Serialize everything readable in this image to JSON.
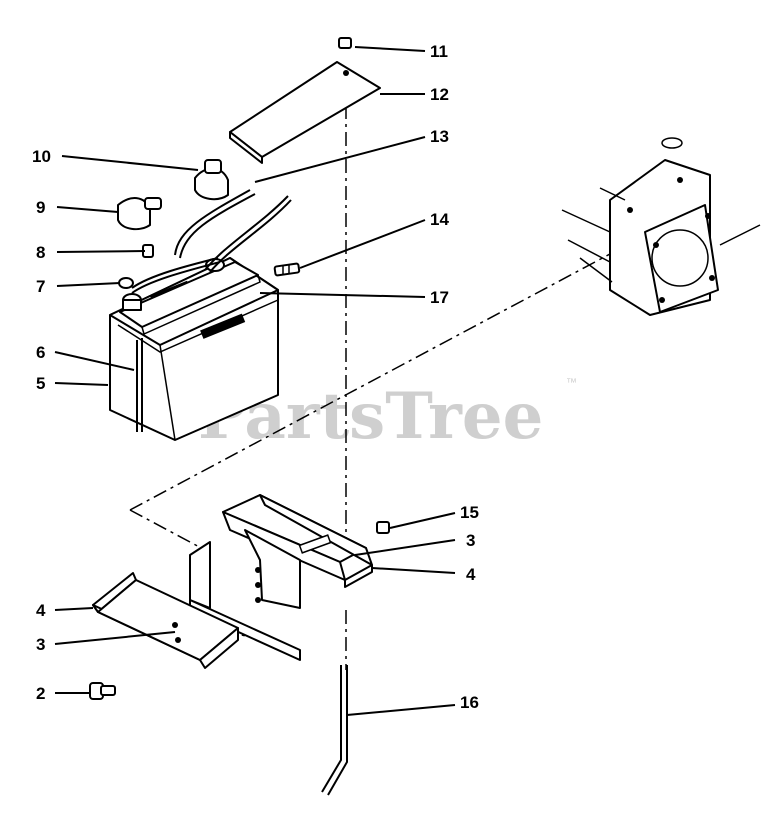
{
  "watermark": {
    "text": "PartsTree",
    "trademark": "™"
  },
  "callouts": [
    {
      "id": "11",
      "label": "11"
    },
    {
      "id": "12",
      "label": "12"
    },
    {
      "id": "13",
      "label": "13"
    },
    {
      "id": "10",
      "label": "10"
    },
    {
      "id": "9",
      "label": "9"
    },
    {
      "id": "14",
      "label": "14"
    },
    {
      "id": "8",
      "label": "8"
    },
    {
      "id": "7",
      "label": "7"
    },
    {
      "id": "17",
      "label": "17"
    },
    {
      "id": "6",
      "label": "6"
    },
    {
      "id": "5",
      "label": "5"
    },
    {
      "id": "15",
      "label": "15"
    },
    {
      "id": "3a",
      "label": "3"
    },
    {
      "id": "4a",
      "label": "4"
    },
    {
      "id": "4b",
      "label": "4"
    },
    {
      "id": "3b",
      "label": "3"
    },
    {
      "id": "2",
      "label": "2"
    },
    {
      "id": "16",
      "label": "16"
    }
  ]
}
